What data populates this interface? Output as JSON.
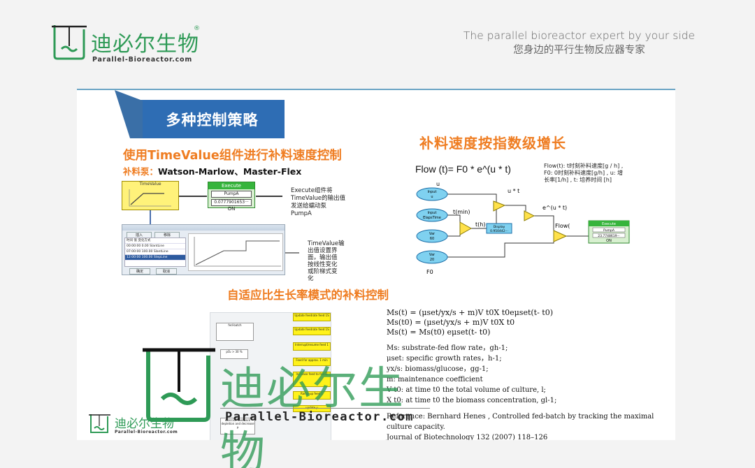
{
  "header": {
    "brand_cn": "迪必尔生物",
    "brand_reg": "®",
    "brand_en": "Parallel-Bioreactor.com",
    "tagline_en": "The parallel bioreactor expert  by your side",
    "tagline_cn": "您身边的平行生物反应器专家"
  },
  "slide": {
    "section_title": "多种控制策略",
    "timevalue": {
      "heading": "使用TimeValue组件进行补料速度控制",
      "pump_label": "补料泵：",
      "pump_value": "Watson-Marlow、Master-Flex",
      "tv_box_title": "TimeValue",
      "exec_title": "Execute",
      "exec_field1": "PumpA",
      "exec_field2": "0.0777901653···",
      "exec_state": "ON",
      "note1": [
        "Execute组件将",
        "TimeValue的输出值",
        "发送给蠕动泵",
        "PumpA"
      ],
      "note2": [
        "TimeValue输",
        "出值设置界",
        "面，输出值",
        "按线性变化",
        "或阶梯式变",
        "化"
      ],
      "win_btn1": "插入",
      "win_btn2": "移除",
      "win_btn3": "确定",
      "win_btn4": "取消",
      "win_rows": [
        "时间        值      变化方式",
        "00:00:00   0.00    SlantLine",
        "07:00:00  100.00   SlantLine",
        "12:00:00  100.00   StepLine"
      ]
    },
    "exponential": {
      "heading": "补料速度按指数级增长",
      "formula": "Flow (t)= F0 * e^(u * t)",
      "note": [
        "Flow(t): t时刻补料速度[g / h] ,",
        "F0: 0时刻补料速度[g/h] , u: 增",
        "长率[1/h] , t: 培养时间 [h]"
      ],
      "labels": {
        "u": "u",
        "ut": "u * t",
        "tmin": "t(min)",
        "th": "t(h)",
        "eut": "e^(u * t)",
        "flow": "Flow(",
        "f0": "F0"
      },
      "nodes": {
        "input1": "Input",
        "input1_val": "u",
        "input2": "Input",
        "input2_val": "ElapsTime",
        "var1": "Var",
        "var1_val": "60",
        "var2": "Var",
        "var2_val": "20",
        "display": "Display",
        "display_val": "0.950442···",
        "exec": "Execute",
        "exec_f1": "PumpA",
        "exec_f2": "23.7748619···",
        "exec_state": "ON"
      }
    },
    "adaptive": {
      "heading": "自适应比生长率模式的补料控制",
      "flow_boxes": [
        "fed-batch",
        "pO₂ > 30 %",
        "Update feedrate feed 1S",
        "Update feedrate feed 1S",
        "Interrupt/resume feed 1",
        "Feed for approx. 1 min",
        "Increase feed to feed1",
        "Ramp-up feed 1",
        "update μ",
        "exercise feedback depletion and decrease μ"
      ],
      "eq1": "Ms(t) = (μset/yx/s + m)V t0X t0eμset(t- t0)",
      "eq2": "Ms(t0) = (μset/yx/s + m)V t0X t0",
      "eq3": "Ms(t) = Ms(t0) eμset(t- t0)",
      "defs": [
        "Ms: substrate-fed flow rate，gh-1;",
        "μset:  specific growth rates，h-1;",
        "yx/s: biomass/glucose，gg-1;",
        "m: maintenance coefficient",
        "V t0: at time t0 the total volume of culture, l;",
        "X t0: at time t0 the biomass concentration, gl-1;"
      ],
      "ref1": "Reference: Bernhard Henes , Controlled fed-batch by tracking the maximal culture capacity.",
      "ref2": "Journal of Biotechnology 132 (2007) 118–126"
    },
    "mini_logo_cn": "迪必尔生物",
    "mini_logo_en": "Parallel-Bioreactor.com"
  },
  "watermark": {
    "cn": "迪必尔生物",
    "en": "Parallel-Bioreactor.com"
  },
  "colors": {
    "brand_green": "#2e9a56",
    "banner_blue": "#2e6db4",
    "heading_orange": "#ef7d22"
  }
}
